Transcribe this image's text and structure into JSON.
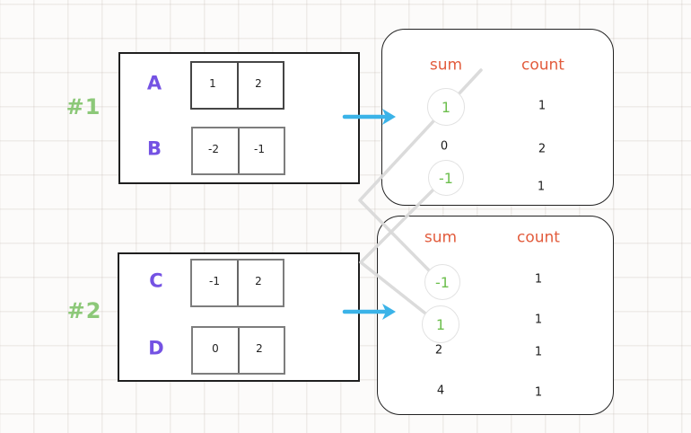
{
  "groups": [
    {
      "tag": "#1",
      "rows": [
        {
          "name": "A",
          "cells": [
            "1",
            "2"
          ]
        },
        {
          "name": "B",
          "cells": [
            "-2",
            "-1"
          ]
        }
      ]
    },
    {
      "tag": "#2",
      "rows": [
        {
          "name": "C",
          "cells": [
            "-1",
            "2"
          ]
        },
        {
          "name": "D",
          "cells": [
            "0",
            "2"
          ]
        }
      ]
    }
  ],
  "tables": [
    {
      "sum_header": "sum",
      "count_header": "count",
      "rows": [
        {
          "sum": "1",
          "count": "1",
          "circled": true
        },
        {
          "sum": "0",
          "count": "2",
          "circled": false
        },
        {
          "sum": "-1",
          "count": "1",
          "circled": true
        }
      ]
    },
    {
      "sum_header": "sum",
      "count_header": "count",
      "rows": [
        {
          "sum": "-1",
          "count": "1",
          "circled": true
        },
        {
          "sum": "1",
          "count": "1",
          "circled": true
        },
        {
          "sum": "2",
          "count": "1",
          "circled": false
        },
        {
          "sum": "4",
          "count": "1",
          "circled": false
        }
      ]
    }
  ],
  "colors": {
    "tag_green": "#8cc878",
    "row_label_purple": "#7452e3",
    "header_orange": "#e25c3d",
    "circled_green": "#6dbf4e",
    "arrow_cyan": "#3bb3e8",
    "connector_gray": "#d9d9d9"
  }
}
